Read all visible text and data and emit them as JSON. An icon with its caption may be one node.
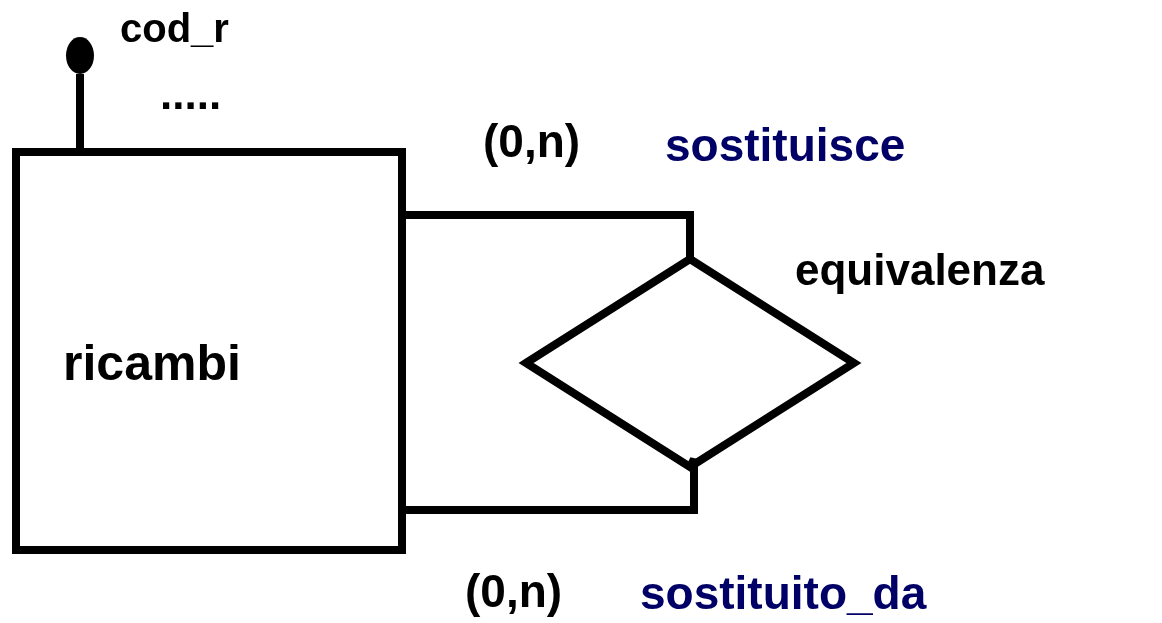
{
  "diagram": {
    "nodes": [
      {
        "text": [
          "ricambi"
        ]
      },
      {
        "text": [],
        "shape": "circle",
        "beside": [
          "cod_r"
        ]
      },
      {
        "text": [],
        "shape": "diamond",
        "beside": [
          "equivalenza"
        ]
      }
    ],
    "edges": [
      {
        "from": 0,
        "to": 1,
        "arrow": "none"
      },
      {
        "from": 0,
        "to": 2,
        "arrow": "none"
      },
      {
        "from": 0,
        "to": 2,
        "arrow": "none"
      }
    ],
    "labels": [
      ".....",
      "(0,n)",
      "sostituisce",
      "(0,n)",
      "sostituito_da"
    ]
  }
}
